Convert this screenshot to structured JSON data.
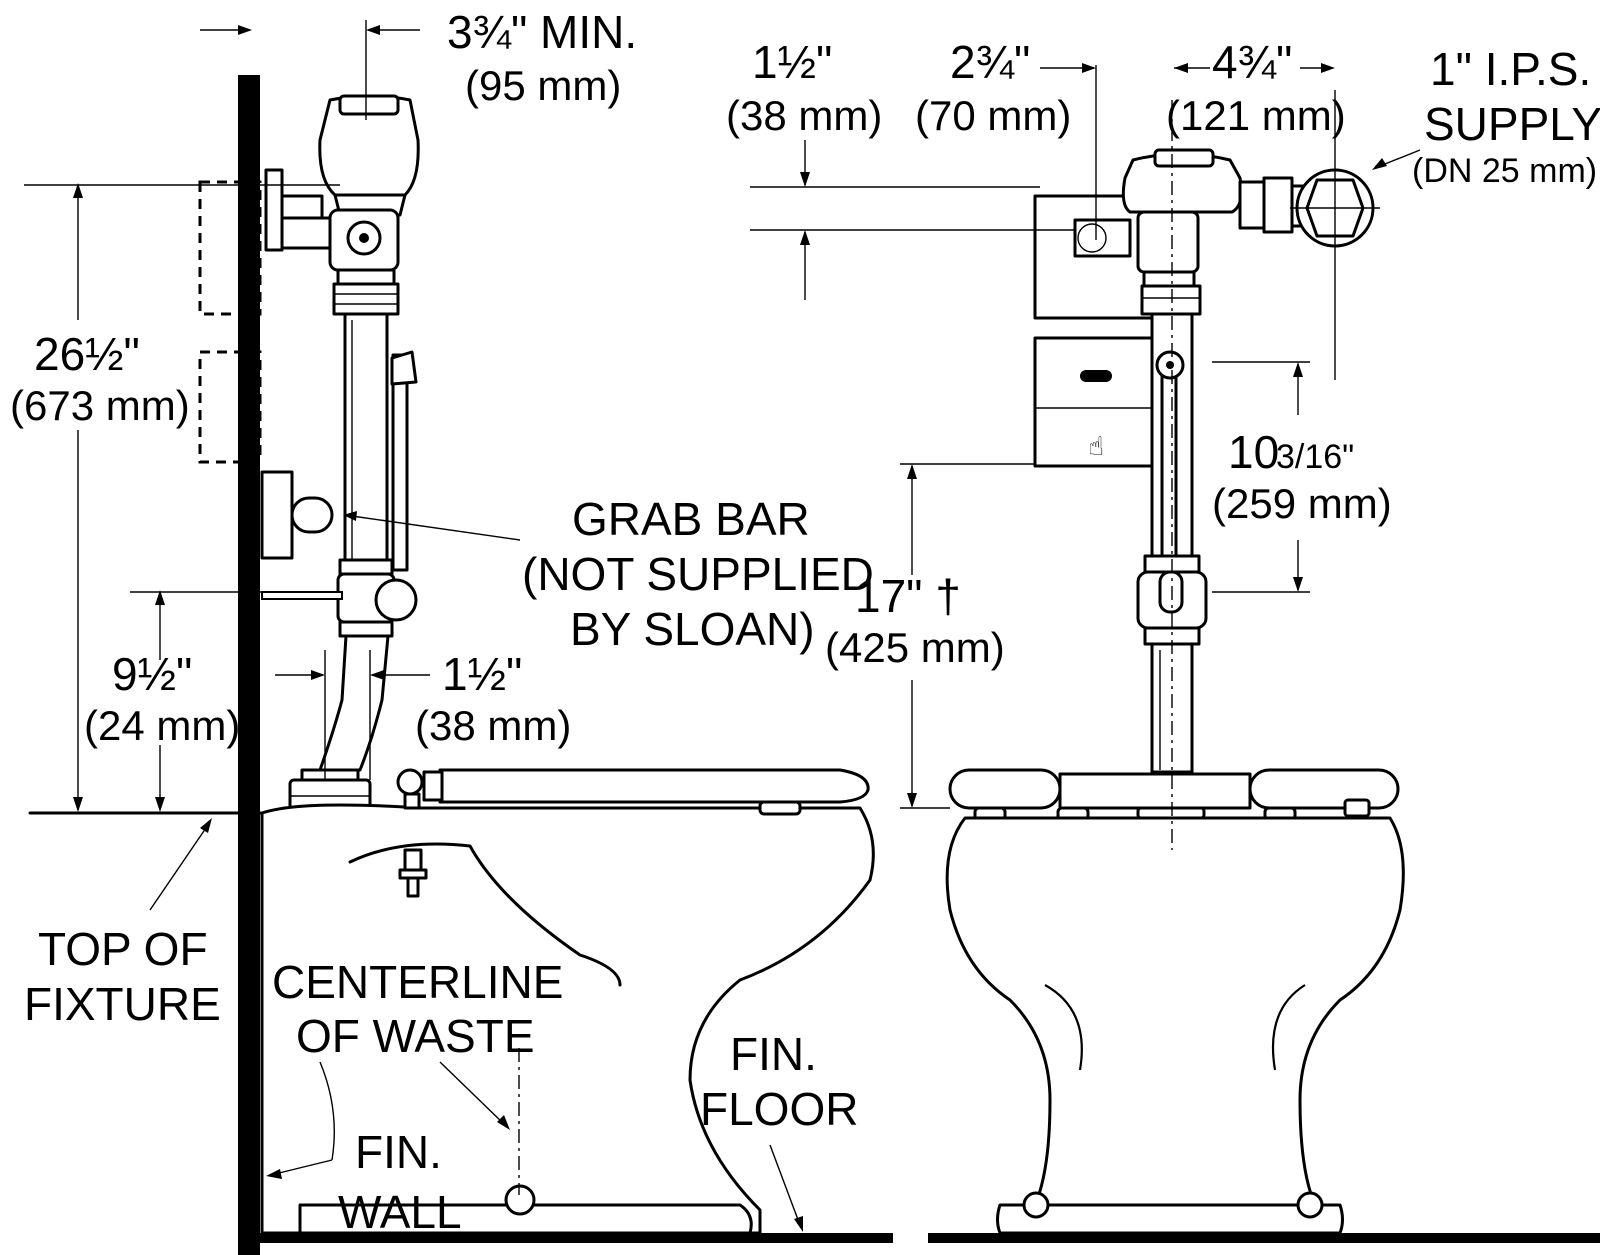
{
  "labels": {
    "min_clearance": "3¾\" MIN.",
    "min_clearance_mm": "(95 mm)",
    "height_fixture": "26½\"",
    "height_fixture_mm": "(673 mm)",
    "height_stop": "9½\"",
    "height_stop_mm": "(24 mm)",
    "offset_left": "1½\"",
    "offset_left_mm": "(38 mm)",
    "grab_bar_1": "GRAB BAR",
    "grab_bar_2": "(NOT SUPPLIED",
    "grab_bar_3": "BY SLOAN)",
    "top_fixture_1": "TOP OF",
    "top_fixture_2": "FIXTURE",
    "centerline_1": "CENTERLINE",
    "centerline_2": "OF WASTE",
    "fin_wall_1": "FIN.",
    "fin_wall_2": "WALL",
    "fin_floor_1": "FIN.",
    "fin_floor_2": "FLOOR",
    "front_offset": "1½\"",
    "front_offset_mm": "(38 mm)",
    "sensor_offset": "2¾\"",
    "sensor_offset_mm": "(70 mm)",
    "supply_offset": "4¾\"",
    "supply_offset_mm": "(121 mm)",
    "supply_1": "1\" I.P.S.",
    "supply_2": "SUPPLY",
    "supply_3": "(DN 25 mm)",
    "bar_height_main": "10",
    "bar_height_frac": "3/16\"",
    "bar_height_mm": "(259 mm)",
    "seat_height": "17\" †",
    "seat_height_mm": "(425 mm)"
  }
}
